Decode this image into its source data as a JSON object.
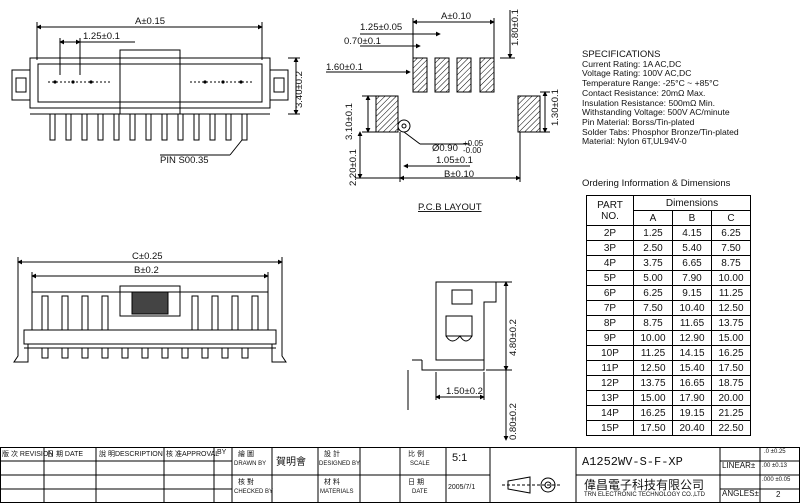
{
  "top_view": {
    "dim_a": "A±0.15",
    "dim_pitch": "1.25±0.1",
    "dim_height": "3.40±0.2",
    "pin_label": "PIN S00.35"
  },
  "pcb_layout": {
    "title": "P.C.B LAYOUT",
    "dim_125": "1.25±0.05",
    "dim_a": "A±0.10",
    "dim_070": "0.70±0.1",
    "dim_180": "1.80±0.1",
    "dim_160": "1.60±0.1",
    "dim_130": "1.30±0.1",
    "dim_310": "3.10±0.1",
    "dim_220": "2.20±0.1",
    "dim_hole": "Ø0.90",
    "dim_hole_tol_plus": "+0.05",
    "dim_hole_tol_minus": "-0.00",
    "dim_105": "1.05±0.1",
    "dim_b": "B±0.10"
  },
  "front_view": {
    "dim_c": "C±0.25",
    "dim_b": "B±0.2"
  },
  "side_view": {
    "dim_480": "4.80±0.2",
    "dim_150": "1.50±0.2",
    "dim_080": "0.80±0.2"
  },
  "specifications": {
    "title": "SPECIFICATIONS",
    "lines": [
      "Current Rating: 1A AC,DC",
      "Voltage Rating: 100V AC,DC",
      "Temperature Range: -25°C ~ +85°C",
      "Contact Resistance: 20mΩ Max.",
      "Insulation Resistance: 500mΩ Min.",
      "Withstanding Voltage: 500V AC/minute",
      "Pin Material: Borss/Tin-plated",
      "Solder Tabs: Phosphor Bronze/Tin-plated",
      "Material: Nylon 6T,UL94V-0"
    ]
  },
  "ordering": {
    "title": "Ordering Information & Dimensions",
    "col_part": "PART NO.",
    "col_dims": "Dimensions",
    "cols": [
      "A",
      "B",
      "C"
    ],
    "rows": [
      [
        "2P",
        "1.25",
        "4.15",
        "6.25"
      ],
      [
        "3P",
        "2.50",
        "5.40",
        "7.50"
      ],
      [
        "4P",
        "3.75",
        "6.65",
        "8.75"
      ],
      [
        "5P",
        "5.00",
        "7.90",
        "10.00"
      ],
      [
        "6P",
        "6.25",
        "9.15",
        "11.25"
      ],
      [
        "7P",
        "7.50",
        "10.40",
        "12.50"
      ],
      [
        "8P",
        "8.75",
        "11.65",
        "13.75"
      ],
      [
        "9P",
        "10.00",
        "12.90",
        "15.00"
      ],
      [
        "10P",
        "11.25",
        "14.15",
        "16.25"
      ],
      [
        "11P",
        "12.50",
        "15.40",
        "17.50"
      ],
      [
        "12P",
        "13.75",
        "16.65",
        "18.75"
      ],
      [
        "13P",
        "15.00",
        "17.90",
        "20.00"
      ],
      [
        "14P",
        "16.25",
        "19.15",
        "21.25"
      ],
      [
        "15P",
        "17.50",
        "20.40",
        "22.50"
      ]
    ]
  },
  "title_block": {
    "revision": "版 次 REVISION",
    "date": "日 期 DATE",
    "description": "說 明DESCRIPTION",
    "approval": "核 准APPROVAL",
    "by": "BY",
    "drawn_cn": "繪 圖",
    "drawn_en": "DRAWN BY",
    "drawn_name": "賀明會",
    "designed_cn": "設 計",
    "designed_en": "DESIGNED BY",
    "checked_cn": "核 對",
    "checked_en": "CHECKED BY",
    "materials_cn": "材 料",
    "materials_en": "MATERIALS",
    "scale_cn": "比 例",
    "scale_en": "SCALE",
    "scale_value": "5:1",
    "date_cn": "日 期",
    "date_en": "DATE",
    "date_value": "2005/7/1",
    "part_number": "A1252WV-S-F-XP",
    "company_cn": "偉昌電子科技有限公司",
    "company_en": "TRN ELECTRONIC TECHNOLOGY CO.,LTD",
    "linear_label": "LINEAR±",
    "angles_label": "ANGLES±",
    "tol_1": ".0 ±0.25",
    "tol_2": ".00 ±0.13",
    "tol_3": ".000 ±0.05",
    "tol_angle": "2"
  }
}
